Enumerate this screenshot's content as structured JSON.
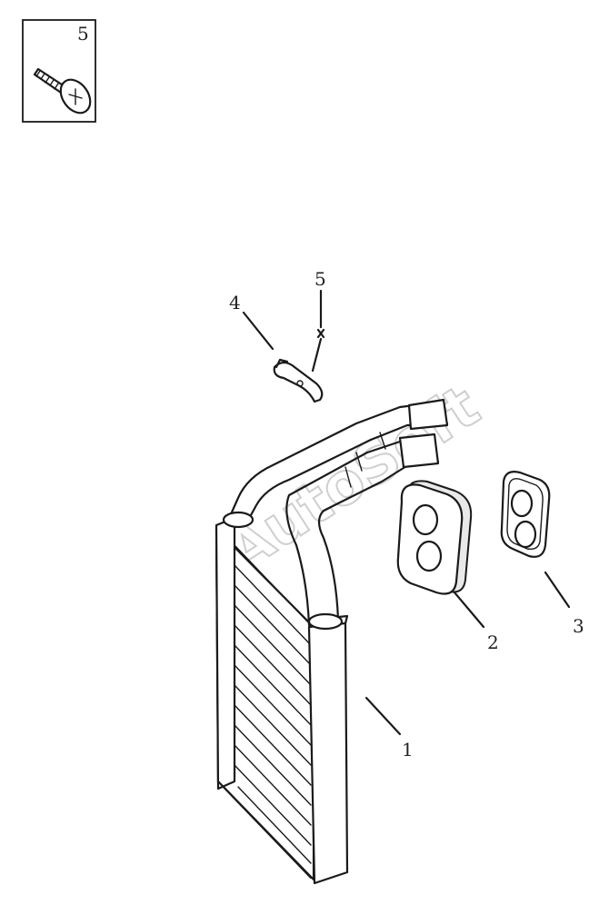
{
  "diagram": {
    "inset_label": "5",
    "callouts": {
      "heater_core": "1",
      "seal_thick": "2",
      "seal_thin": "3",
      "pipe_clip": "4",
      "screw": "5"
    },
    "watermark": "AutoSoft"
  }
}
